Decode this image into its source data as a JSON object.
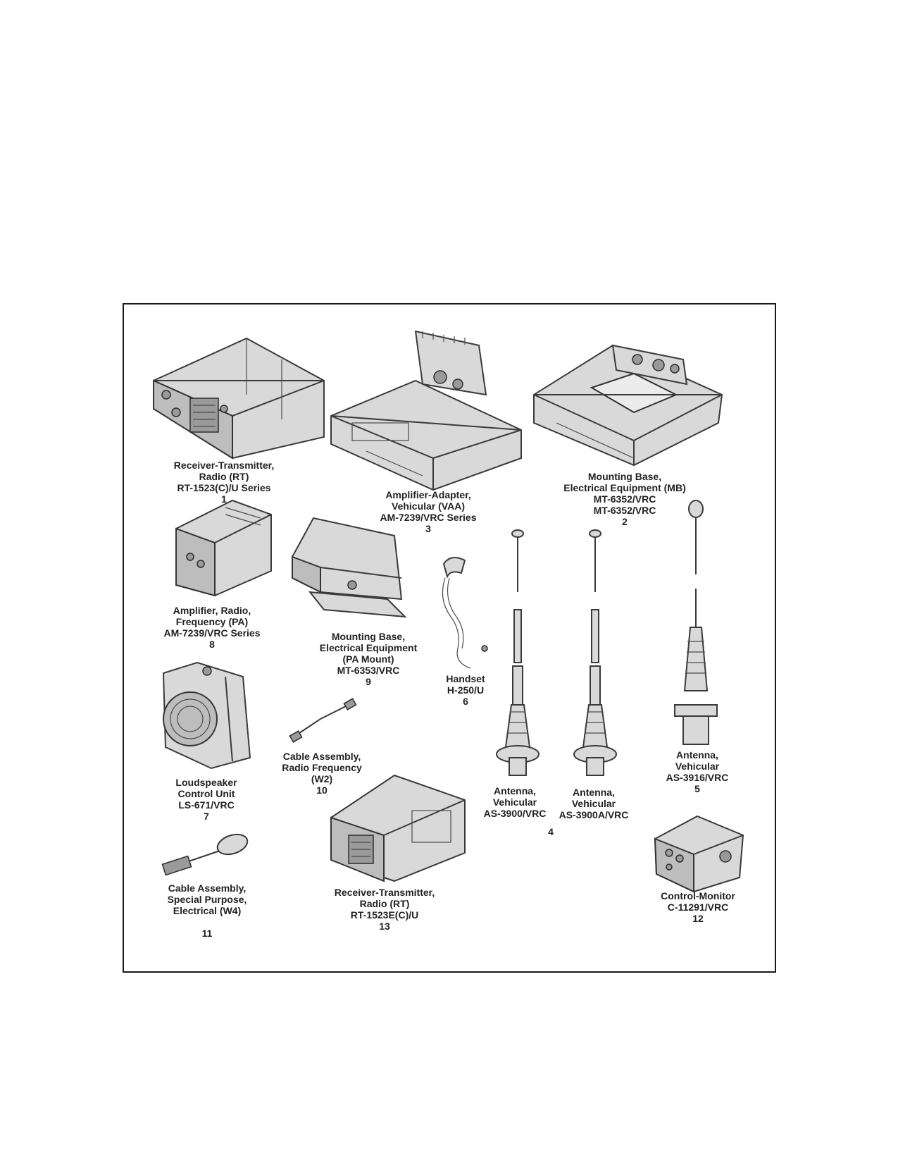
{
  "components": [
    {
      "id": "c1",
      "lines": [
        "Receiver-Transmitter,",
        "Radio (RT)",
        "RT-1523(C)/U Series",
        "1"
      ]
    },
    {
      "id": "c3",
      "lines": [
        "Amplifier-Adapter,",
        "Vehicular (VAA)",
        "AM-7239/VRC Series",
        "3"
      ]
    },
    {
      "id": "c2",
      "lines": [
        "Mounting Base,",
        "Electrical Equipment (MB)",
        "MT-6352/VRC",
        "MT-6352/VRC",
        "2"
      ]
    },
    {
      "id": "c8",
      "lines": [
        "Amplifier, Radio,",
        "Frequency (PA)",
        "AM-7239/VRC Series",
        "8"
      ]
    },
    {
      "id": "c9",
      "lines": [
        "Mounting Base,",
        "Electrical Equipment",
        "(PA Mount)",
        "MT-6353/VRC",
        "9"
      ]
    },
    {
      "id": "c6",
      "lines": [
        "Handset",
        "H-250/U",
        "6"
      ]
    },
    {
      "id": "c5",
      "lines": [
        "Antenna,",
        "Vehicular",
        "AS-3916/VRC",
        "5"
      ]
    },
    {
      "id": "c7",
      "lines": [
        "Loudspeaker",
        "Control Unit",
        "LS-671/VRC",
        "7"
      ]
    },
    {
      "id": "c10",
      "lines": [
        "Cable Assembly,",
        "Radio Frequency",
        "(W2)",
        "10"
      ]
    },
    {
      "id": "c4a",
      "lines": [
        "Antenna,",
        "Vehicular",
        "AS-3900/VRC"
      ]
    },
    {
      "id": "c4b",
      "lines": [
        "Antenna,",
        "Vehicular",
        "AS-3900A/VRC"
      ]
    },
    {
      "id": "c4n",
      "lines": [
        "4"
      ]
    },
    {
      "id": "c11",
      "lines": [
        "Cable Assembly,",
        "Special Purpose,",
        "Electrical (W4)",
        "",
        "11"
      ]
    },
    {
      "id": "c13",
      "lines": [
        "Receiver-Transmitter,",
        "Radio (RT)",
        "RT-1523E(C)/U",
        "13"
      ]
    },
    {
      "id": "c12",
      "lines": [
        "Control-Monitor",
        "C-11291/VRC",
        "12"
      ]
    }
  ]
}
